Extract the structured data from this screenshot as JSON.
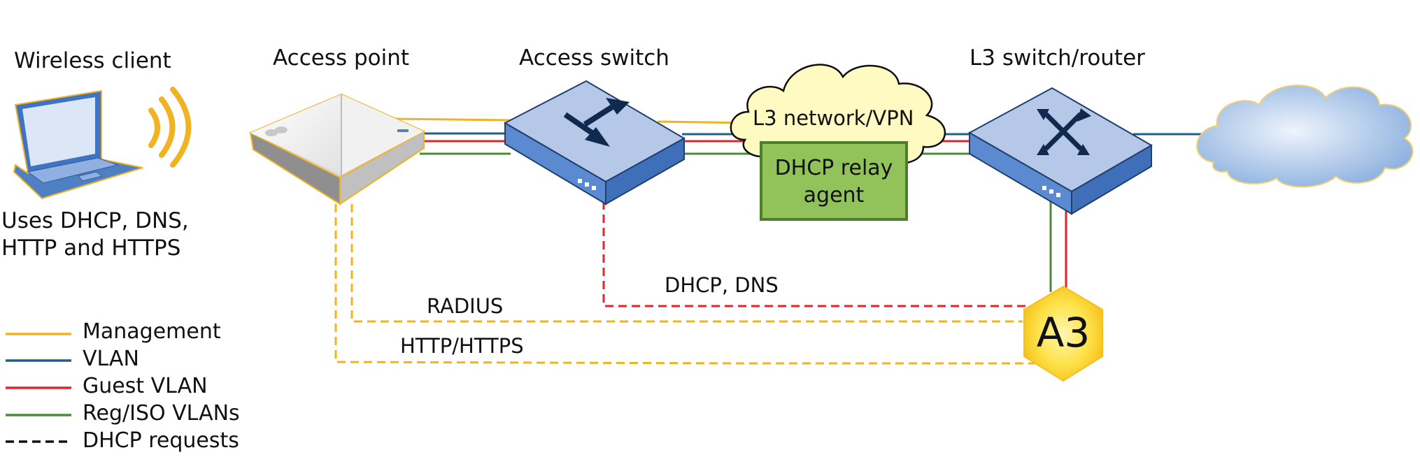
{
  "devices": {
    "wireless_client": "Wireless client",
    "access_point": "Access point",
    "access_switch": "Access switch",
    "l3_switch": "L3 switch/router",
    "l3_network": "L3 network/VPN",
    "dhcp_relay_line1": "DHCP relay",
    "dhcp_relay_line2": "agent",
    "a3": "A3"
  },
  "client_note": {
    "line1": "Uses DHCP, DNS,",
    "line2": "HTTP and HTTPS"
  },
  "flows": {
    "dhcp_dns": "DHCP, DNS",
    "radius": "RADIUS",
    "http_https": "HTTP/HTTPS"
  },
  "legend": [
    {
      "label": "Management",
      "color": "#f0b323",
      "style": "solid"
    },
    {
      "label": "VLAN",
      "color": "#1f5f8b",
      "style": "solid"
    },
    {
      "label": "Guest VLAN",
      "color": "#e0262b",
      "style": "solid"
    },
    {
      "label": "Reg/ISO VLANs",
      "color": "#4e8a3a",
      "style": "solid"
    },
    {
      "label": "DHCP requests",
      "color": "#111111",
      "style": "dashed"
    }
  ],
  "colors": {
    "management": "#f0b323",
    "vlan": "#1f5f8b",
    "guest_vlan": "#e0262b",
    "reg_iso": "#4e8a3a",
    "switch_fill": "#b6c8e8",
    "switch_side": "#4f80c4",
    "relay_fill": "#92c35b",
    "relay_border": "#4d7e2b",
    "cloud_yellow": "#fffac2",
    "a3_fill": "#fdd835"
  }
}
